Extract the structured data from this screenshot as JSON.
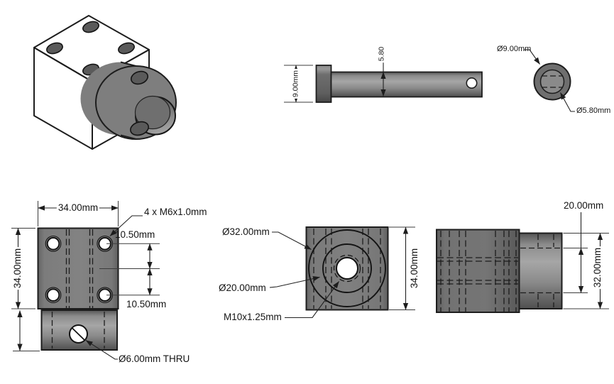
{
  "colors": {
    "background": "#ffffff",
    "line": "#1d1d1d",
    "metal_mid": "#7d7d7d",
    "metal_light": "#9c9c9c",
    "metal_dark": "#5f5f5f",
    "hole_fill": "#ffffff"
  },
  "views": {
    "pin_side": {
      "head_dim": "9.00mm",
      "shaft_dim": "5.80"
    },
    "pin_end": {
      "outer_dia": "Ø9.00mm",
      "shank_dia": "Ø5.80mm"
    },
    "front": {
      "width": "34.00mm",
      "height": "34.00mm",
      "tapped_callout": "4 x M6x1.0mm",
      "pitch_upper": "10.50mm",
      "pitch_lower": "10.50mm",
      "thru_callout": "Ø6.00mm THRU"
    },
    "boss_front": {
      "outer_dia": "Ø32.00mm",
      "bore_dia": "Ø20.00mm",
      "thread_callout": "M10x1.25mm",
      "height": "34.00mm"
    },
    "side": {
      "bore_dim": "20.00mm",
      "boss_dia": "32.00mm"
    }
  }
}
